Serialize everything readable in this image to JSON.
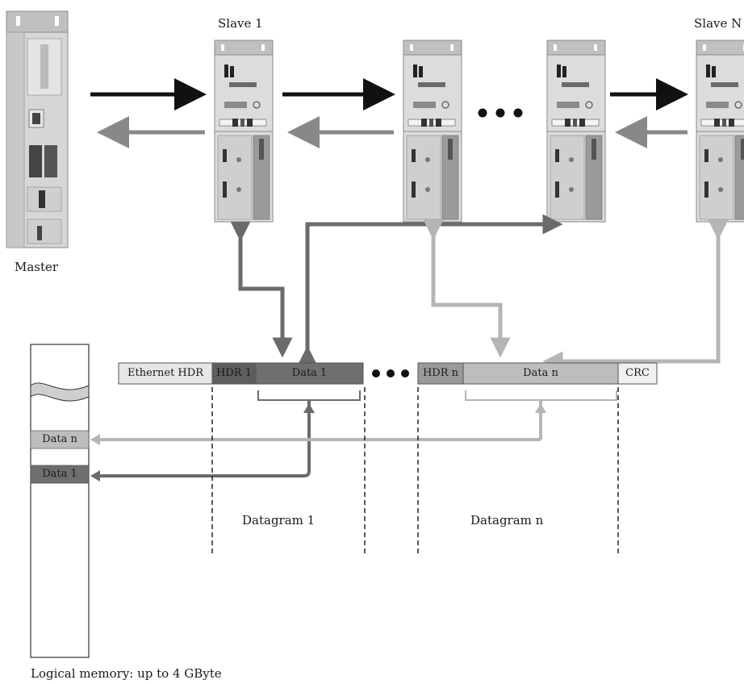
{
  "nodes": {
    "master_label": "Master",
    "slave1_label": "Slave 1",
    "slaveN_label": "Slave N"
  },
  "frame": {
    "ethernet_hdr": "Ethernet HDR",
    "hdr1": "HDR 1",
    "data1": "Data 1",
    "hdrn": "HDR n",
    "datan": "Data n",
    "crc": "CRC"
  },
  "datagrams": {
    "datagram1": "Datagram 1",
    "datagramn": "Datagram n"
  },
  "memory": {
    "data_n": "Data n",
    "data_1": "Data 1",
    "caption": "Logical memory: up to 4 GByte"
  },
  "colors": {
    "forward_arrow": "#111111",
    "return_arrow": "#888888",
    "data1_path": "#6b6b6b",
    "datan_path": "#b5b5b5",
    "device_body": "#dcdcdc",
    "ethernet_hdr_fill": "#e6e6e6",
    "hdr1_fill": "#5e5e5e",
    "data1_fill": "#6f6f6f",
    "hdrn_fill": "#9a9a9a",
    "datan_fill": "#bdbdbd",
    "crc_fill": "#f0f0f0"
  },
  "icons": [
    "master-device-icon",
    "slave-device-icon",
    "ellipsis-dots-icon"
  ]
}
